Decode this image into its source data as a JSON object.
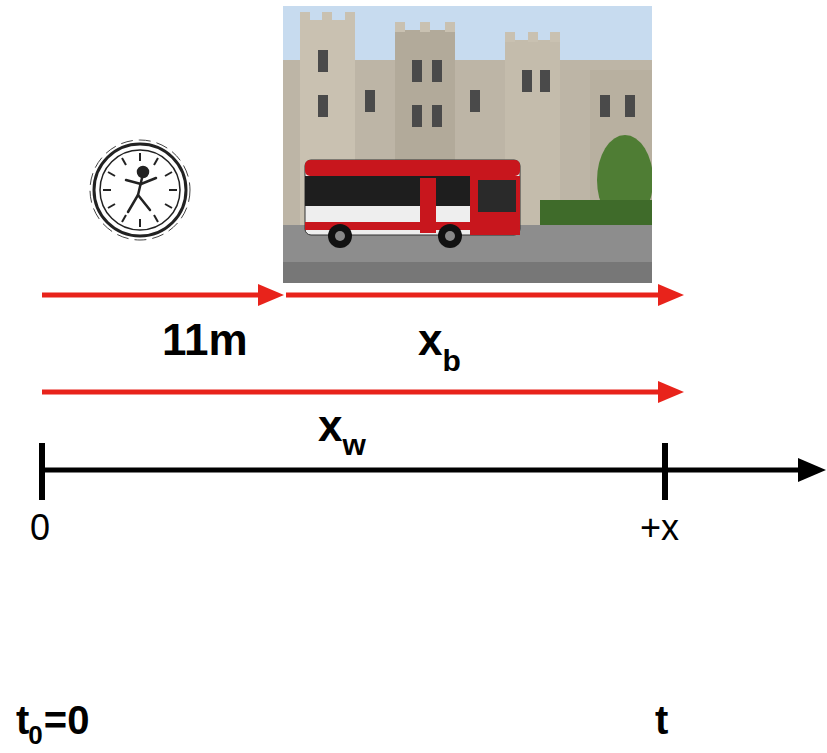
{
  "diagram": {
    "labels": [
      "11m",
      "x",
      "b",
      "x",
      "w",
      "0",
      "+x",
      "t",
      "0",
      "=0",
      "t"
    ]
  }
}
